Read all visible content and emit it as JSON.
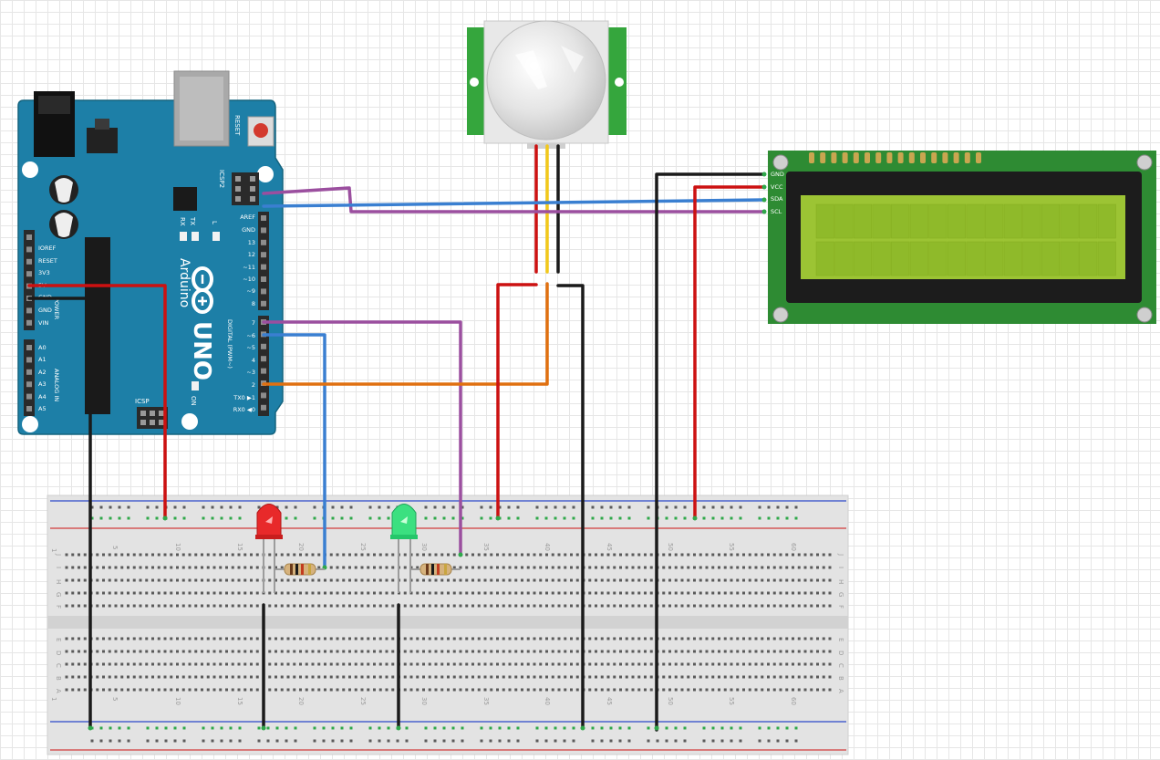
{
  "arduino": {
    "brand": "Arduino",
    "model": "UNO",
    "reset_label": "RESET",
    "icsp2_label": "ICSP2",
    "icsp_label": "ICSP",
    "on_label": "ON",
    "tx_label": "TX",
    "rx_label": "RX",
    "l_label": "L",
    "digital_label": "DIGITAL (PWM~)",
    "power_label": "POWER",
    "analog_label": "ANALOG IN",
    "digital_pins": [
      "AREF",
      "GND",
      "13",
      "12",
      "~11",
      "~10",
      "~9",
      "8",
      "7",
      "~6",
      "~5",
      "4",
      "~3",
      "2",
      "TX0 ▶1",
      "RX0 ◀0"
    ],
    "power_pins": [
      "IOREF",
      "RESET",
      "3V3",
      "5V",
      "GND",
      "GND",
      "VIN"
    ],
    "analog_pins": [
      "A0",
      "A1",
      "A2",
      "A3",
      "A4",
      "A5"
    ]
  },
  "lcd": {
    "pins": [
      "GND",
      "VCC",
      "SDA",
      "SCL"
    ]
  },
  "breadboard": {
    "column_numbers": [
      "1",
      "5",
      "10",
      "15",
      "20",
      "25",
      "30",
      "35",
      "40",
      "45",
      "50",
      "55",
      "60"
    ],
    "rows_top": [
      "J",
      "I",
      "H",
      "G",
      "F"
    ],
    "rows_bottom": [
      "E",
      "D",
      "C",
      "B",
      "A"
    ]
  },
  "colors": {
    "board": "#1d7fa7",
    "lcd_pcb": "#2e8b33",
    "lcd_screen": "#9cc434",
    "pir_pcb": "#35a63d",
    "wire_red": "#cc1111",
    "wire_black": "#1a1a1a",
    "wire_blue": "#3a7fd1",
    "wire_purple": "#9b4f9f",
    "wire_orange": "#e07010",
    "wire_yellow": "#f2c81a",
    "led_red": "#e8292a",
    "led_green": "#3be080"
  }
}
